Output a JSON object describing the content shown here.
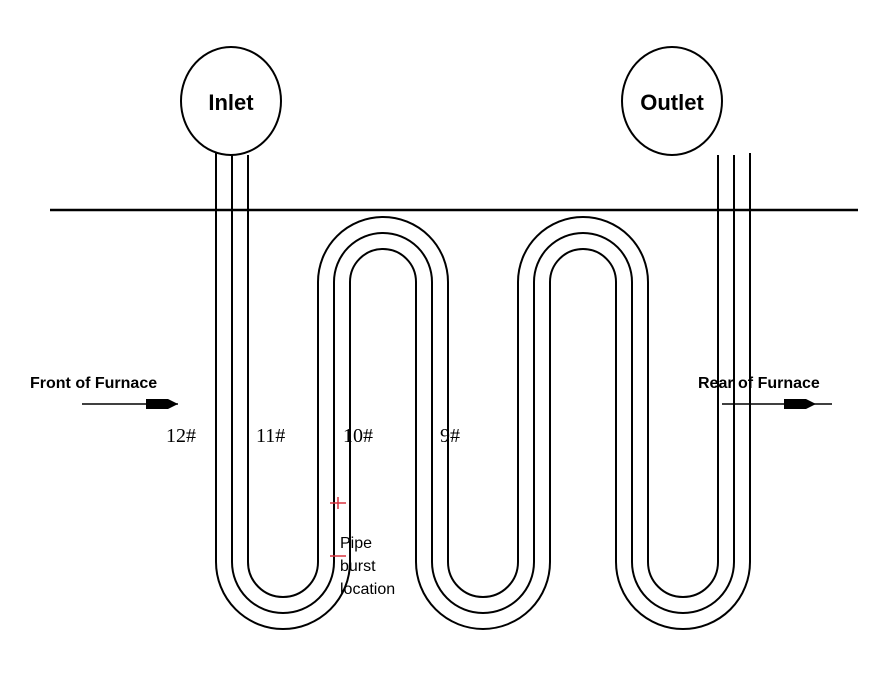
{
  "header_labels": {
    "inlet": "Inlet",
    "outlet": "Outlet"
  },
  "sides": {
    "front": "Front of Furnace",
    "rear": "Rear of Furnace"
  },
  "tube_numbers": [
    "12#",
    "11#",
    "10#",
    "9#"
  ],
  "annotation": {
    "line1": "Pipe",
    "line2": "burst",
    "line3": "location"
  },
  "colors": {
    "stroke": "#000000",
    "marker": "#d9333f",
    "background": "#ffffff"
  }
}
